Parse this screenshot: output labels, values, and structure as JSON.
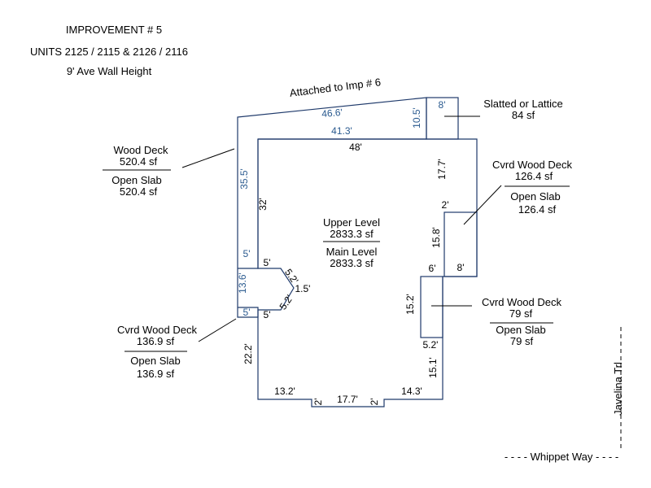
{
  "header": {
    "title": "IMPROVEMENT # 5",
    "units": "UNITS 2125 / 2115 & 2126 / 2116",
    "wall_height": "9' Ave Wall Height"
  },
  "attached_label": "Attached to Imp # 6",
  "colors": {
    "outline": "#1f3a6b",
    "deck_dimension_text": "#2a5a8f",
    "text": "#000000"
  },
  "areas": {
    "main": {
      "line1": "Upper Level",
      "line2": "2833.3 sf",
      "line3": "Main Level",
      "line4": "2833.3 sf"
    },
    "wood_deck": {
      "line1": "Wood Deck",
      "line2": "520.4 sf",
      "line3": "Open Slab",
      "line4": "520.4 sf"
    },
    "cvrd_deck_left": {
      "line1": "Cvrd Wood Deck",
      "line2": "136.9 sf",
      "line3": "Open Slab",
      "line4": "136.9 sf"
    },
    "slatted": {
      "line1": "Slatted or Lattice",
      "line2": "84 sf"
    },
    "cvrd_deck_right_upper": {
      "line1": "Cvrd Wood Deck",
      "line2": "126.4 sf",
      "line3": "Open Slab",
      "line4": "126.4 sf"
    },
    "cvrd_deck_right_lower": {
      "line1": "Cvrd Wood Deck",
      "line2": "79 sf",
      "line3": "Open Slab",
      "line4": "79 sf"
    }
  },
  "dimensions": {
    "deck_top": "46.6'",
    "deck_left": "35.5'",
    "deck_5a": "5'",
    "deck_136": "13.6'",
    "deck_5b": "5'",
    "top_inner": "41.3'",
    "slat_8": "8'",
    "slat_105": "10.5'",
    "top_48": "48'",
    "right_177": "17.7'",
    "right_2": "2'",
    "right_158": "15.8'",
    "right_6": "6'",
    "right_8": "8'",
    "right_152": "15.2'",
    "right_52": "5.2'",
    "right_151": "15.1'",
    "left_32": "32'",
    "bay_5a": "5'",
    "bay_52a": "5.2'",
    "bay_15": "1.5'",
    "bay_52b": "5.2'",
    "bay_5b": "5'",
    "left_222": "22.2'",
    "bot_132": "13.2'",
    "bot_2a": "2'",
    "bot_177": "17.7'",
    "bot_2b": "2'",
    "bot_143": "14.3'"
  },
  "roads": {
    "javelina": "Javelina Trl",
    "whippet": "- - - -  Whippet Way  - - - -"
  }
}
